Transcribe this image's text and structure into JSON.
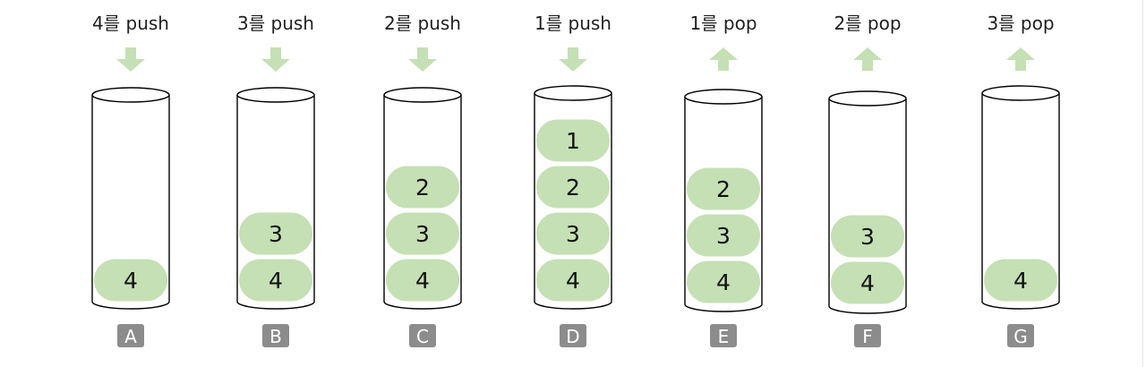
{
  "item_color": "#c5e0b4",
  "arrow_color": "#c5e0b4",
  "badge_color": "#8c8c8c",
  "stacks": [
    {
      "badge": "A",
      "operation": "4를 push",
      "direction": "push",
      "items": [
        "4"
      ]
    },
    {
      "badge": "B",
      "operation": "3를 push",
      "direction": "push",
      "items": [
        "4",
        "3"
      ]
    },
    {
      "badge": "C",
      "operation": "2를 push",
      "direction": "push",
      "items": [
        "4",
        "3",
        "2"
      ]
    },
    {
      "badge": "D",
      "operation": "1를 push",
      "direction": "push",
      "items": [
        "4",
        "3",
        "2",
        "1"
      ]
    },
    {
      "badge": "E",
      "operation": "1를 pop",
      "direction": "pop",
      "items": [
        "4",
        "3",
        "2"
      ]
    },
    {
      "badge": "F",
      "operation": "2를 pop",
      "direction": "pop",
      "items": [
        "4",
        "3"
      ]
    },
    {
      "badge": "G",
      "operation": "3를 pop",
      "direction": "pop",
      "items": [
        "4"
      ]
    }
  ]
}
